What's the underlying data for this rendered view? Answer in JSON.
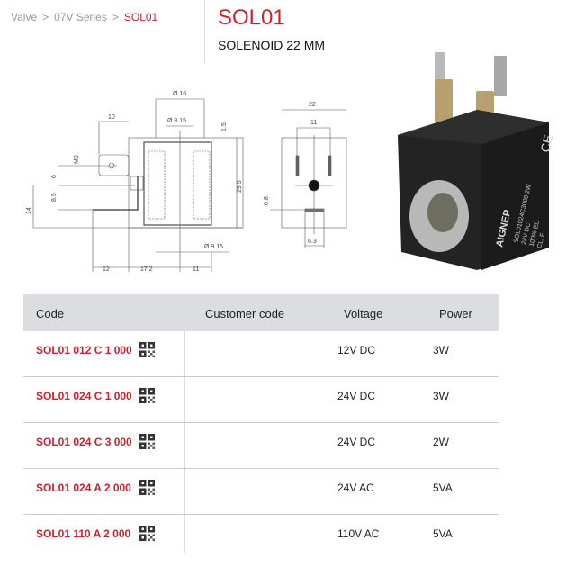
{
  "breadcrumb": {
    "items": [
      "Valve",
      "07V Series",
      "SOL01"
    ],
    "separator": ">"
  },
  "header": {
    "title": "SOL01",
    "subtitle": "SOLENOID 22 MM"
  },
  "drawing": {
    "side_view": {
      "d16": "Ø 16",
      "d815": "Ø 8.15",
      "w10": "10",
      "h15": "1.5",
      "m3": "M3",
      "h6": "6",
      "h85": "8.5",
      "h14": "14",
      "h295": "29.5",
      "d915": "Ø 9.15",
      "w12": "12",
      "w172": "17.2",
      "w11": "11"
    },
    "front_view": {
      "w22": "22",
      "w11": "11",
      "h08": "0.8",
      "w63": "6.3"
    }
  },
  "photo": {
    "brand": "AIGNEP",
    "label_lines": [
      "SOL01024C3000 2W",
      "24V DC",
      "100% ED",
      "CL. F"
    ],
    "mark": "CE"
  },
  "table": {
    "headers": {
      "code": "Code",
      "customer_code": "Customer code",
      "voltage": "Voltage",
      "power": "Power"
    },
    "rows": [
      {
        "code": "SOL01 012 C 1 000",
        "customer_code": "",
        "voltage": "12V DC",
        "power": "3W"
      },
      {
        "code": "SOL01 024 C 1 000",
        "customer_code": "",
        "voltage": "24V DC",
        "power": "3W"
      },
      {
        "code": "SOL01 024 C 3 000",
        "customer_code": "",
        "voltage": "24V DC",
        "power": "2W"
      },
      {
        "code": "SOL01 024 A 2 000",
        "customer_code": "",
        "voltage": "24V AC",
        "power": "5VA"
      },
      {
        "code": "SOL01 110 A 2 000",
        "customer_code": "",
        "voltage": "110V AC",
        "power": "5VA"
      }
    ]
  },
  "colors": {
    "accent": "#d0202e",
    "header_bg": "#dcdde0"
  }
}
